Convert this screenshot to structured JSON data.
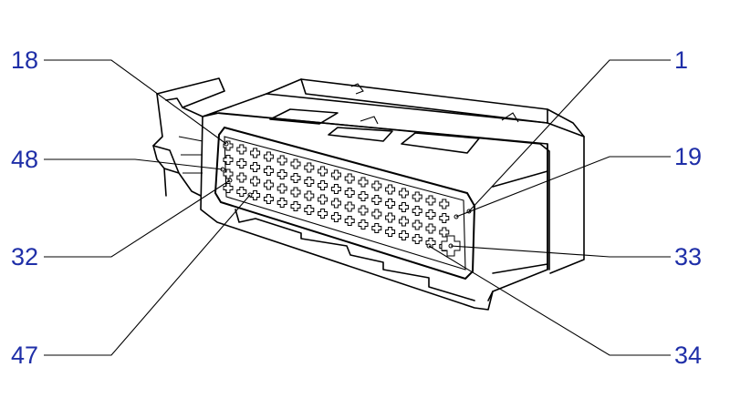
{
  "diagram": {
    "labels": [
      {
        "id": "pin-18",
        "text": "18"
      },
      {
        "id": "pin-1",
        "text": "1"
      },
      {
        "id": "pin-48",
        "text": "48"
      },
      {
        "id": "pin-19",
        "text": "19"
      },
      {
        "id": "pin-32",
        "text": "32"
      },
      {
        "id": "pin-33",
        "text": "33"
      },
      {
        "id": "pin-47",
        "text": "47"
      },
      {
        "id": "pin-34",
        "text": "34"
      }
    ],
    "colors": {
      "label": "#1f2fa8",
      "line": "#000000",
      "background": "#ffffff"
    }
  }
}
